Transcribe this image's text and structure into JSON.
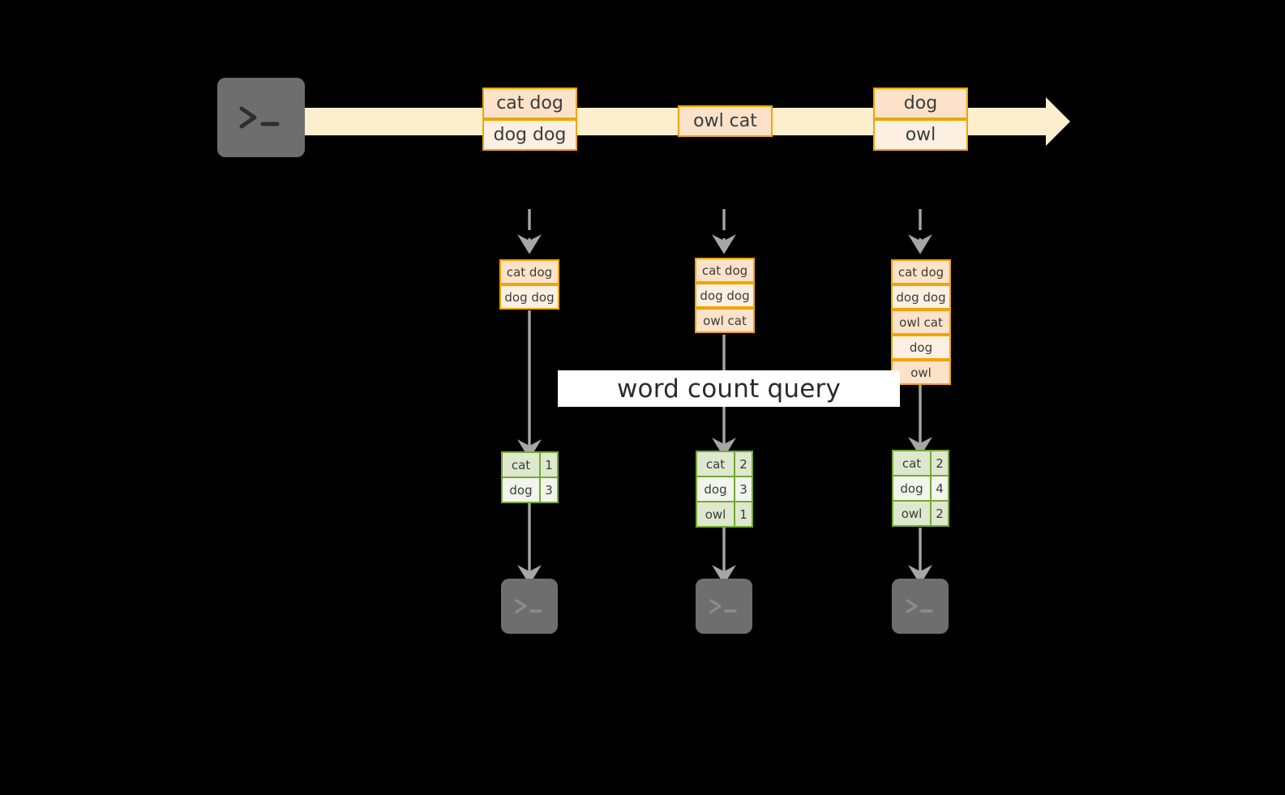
{
  "diagram": {
    "title_label": "word count query",
    "background_color": "#000000",
    "stream_color": "#FDEFCE",
    "box_border_color": "#F0A500",
    "box_fill_dark": "#FBE2C8",
    "box_fill_light": "#FDF0E3",
    "table_border_color": "#76A832",
    "table_fill_dark": "#DDE8CE",
    "table_fill_light": "#F1F5EC",
    "arrow_color": "#A6A6A6",
    "terminal_fill": "#6E6E6E"
  },
  "source": {
    "icon": "terminal-icon",
    "glyph": ">_"
  },
  "stream": {
    "arrow_icon": "stream-arrow-right",
    "groups": [
      {
        "name": "stream-group-1",
        "lines": [
          {
            "text": "cat dog",
            "shade": "dark"
          },
          {
            "text": "dog dog",
            "shade": "light"
          }
        ]
      },
      {
        "name": "stream-group-2",
        "lines": [
          {
            "text": "owl cat",
            "shade": "dark"
          }
        ]
      },
      {
        "name": "stream-group-3",
        "lines": [
          {
            "text": "dog",
            "shade": "dark"
          },
          {
            "text": "owl",
            "shade": "light"
          }
        ]
      }
    ]
  },
  "snapshots": [
    {
      "name": "snapshot-1",
      "inbound_arrow": "dashed-down-arrow",
      "lines": [
        {
          "text": "cat dog",
          "shade": "dark"
        },
        {
          "text": "dog dog",
          "shade": "light"
        }
      ],
      "counts": [
        {
          "word": "cat",
          "count": "1",
          "shade": "dark"
        },
        {
          "word": "dog",
          "count": "3",
          "shade": "light"
        }
      ],
      "sink_icon": "terminal-icon",
      "sink_glyph": ">_"
    },
    {
      "name": "snapshot-2",
      "inbound_arrow": "dashed-down-arrow",
      "lines": [
        {
          "text": "cat dog",
          "shade": "dark"
        },
        {
          "text": "dog dog",
          "shade": "light"
        },
        {
          "text": "owl cat",
          "shade": "dark"
        }
      ],
      "counts": [
        {
          "word": "cat",
          "count": "2",
          "shade": "dark"
        },
        {
          "word": "dog",
          "count": "3",
          "shade": "light"
        },
        {
          "word": "owl",
          "count": "1",
          "shade": "dark"
        }
      ],
      "sink_icon": "terminal-icon",
      "sink_glyph": ">_"
    },
    {
      "name": "snapshot-3",
      "inbound_arrow": "dashed-down-arrow",
      "lines": [
        {
          "text": "cat dog",
          "shade": "dark"
        },
        {
          "text": "dog dog",
          "shade": "light"
        },
        {
          "text": "owl cat",
          "shade": "dark"
        },
        {
          "text": "dog",
          "shade": "light"
        },
        {
          "text": "owl",
          "shade": "dark"
        }
      ],
      "counts": [
        {
          "word": "cat",
          "count": "2",
          "shade": "dark"
        },
        {
          "word": "dog",
          "count": "4",
          "shade": "light"
        },
        {
          "word": "owl",
          "count": "2",
          "shade": "dark"
        }
      ],
      "sink_icon": "terminal-icon",
      "sink_glyph": ">_"
    }
  ]
}
